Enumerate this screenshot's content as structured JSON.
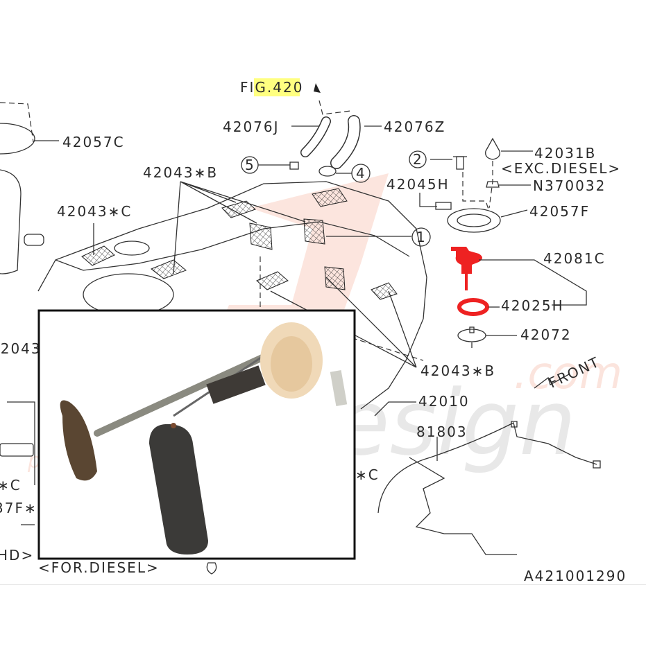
{
  "diagram": {
    "figure_ref": "FIG.420",
    "diagram_code": "A421001290",
    "front_label": "FRONT",
    "labels": {
      "hose_j": "42076J",
      "hose_z": "42076Z",
      "cap_c": "42057C",
      "mesh_b_top": "42043∗B",
      "mesh_c": "42043∗C",
      "mesh_left_partial": "42043",
      "mesh_b_bottom": "42043∗B",
      "cover_b": "42031B",
      "exc_diesel": "<EXC.DIESEL>",
      "nut": "N370032",
      "connector": "42045H",
      "plate_f": "42057F",
      "pump": "42081C",
      "gasket": "42025H",
      "filter": "42072",
      "tank": "42010",
      "harness": "81803",
      "star_c_mid": "∗C",
      "star_c_left": "∗C",
      "left_37f": "37F∗",
      "left_hd": "HD>",
      "for_diesel": "<FOR.DIESEL>"
    },
    "callouts": [
      "1",
      "2",
      "4",
      "5"
    ],
    "highlight_color": "#ffff80",
    "part_highlight_color": "#ee2222",
    "watermark": {
      "brand": "StarDesign",
      "tld": ".com",
      "tagline": "pièces & accessoires Subaru"
    }
  }
}
